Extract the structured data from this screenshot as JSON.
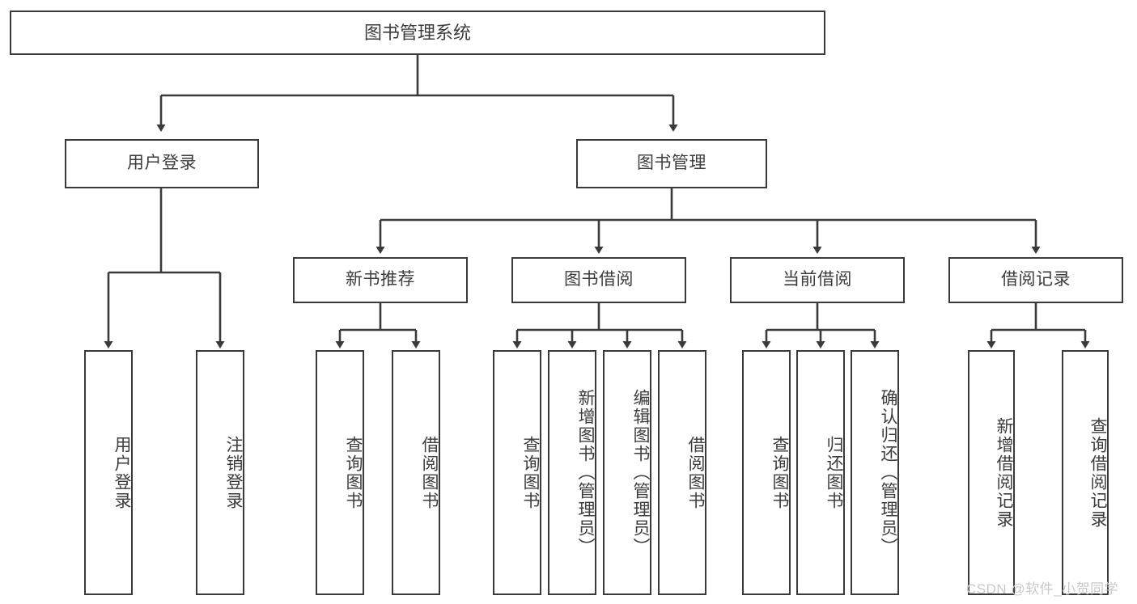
{
  "diagram": {
    "type": "tree-hierarchy-diagram",
    "title": "图书管理系统",
    "background_color": "#ffffff",
    "box_border_color": "#3a3a3a",
    "text_color": "#3c3c3c",
    "connector_color": "#3a3a3a"
  },
  "nodes": {
    "root": {
      "label": "图书管理系统",
      "level": 1
    },
    "level2": [
      {
        "id": "user-login",
        "label": "用户登录"
      },
      {
        "id": "book-management",
        "label": "图书管理"
      }
    ],
    "level3": [
      {
        "id": "new-book-recommend",
        "label": "新书推荐",
        "parent": "book-management"
      },
      {
        "id": "book-borrow",
        "label": "图书借阅",
        "parent": "book-management"
      },
      {
        "id": "current-borrow",
        "label": "当前借阅",
        "parent": "book-management"
      },
      {
        "id": "borrow-record",
        "label": "借阅记录",
        "parent": "book-management"
      }
    ],
    "leaves": {
      "user-login": [
        {
          "id": "leaf-user-login",
          "label": "用户登录"
        },
        {
          "id": "leaf-logout-login",
          "label": "注销登录"
        }
      ],
      "new-book-recommend": [
        {
          "id": "leaf-query-book-1",
          "label": "查询图书"
        },
        {
          "id": "leaf-borrow-book-1",
          "label": "借阅图书"
        }
      ],
      "book-borrow": [
        {
          "id": "leaf-query-book-2",
          "label": "查询图书"
        },
        {
          "id": "leaf-add-book",
          "label": "新增图书（管理员）"
        },
        {
          "id": "leaf-edit-book",
          "label": "编辑图书（管理员）"
        },
        {
          "id": "leaf-borrow-book-2",
          "label": "借阅图书"
        }
      ],
      "current-borrow": [
        {
          "id": "leaf-query-book-3",
          "label": "查询图书"
        },
        {
          "id": "leaf-return-book",
          "label": "归还图书"
        },
        {
          "id": "leaf-confirm-return",
          "label": "确认归还（管理员）"
        }
      ],
      "borrow-record": [
        {
          "id": "leaf-add-record",
          "label": "新增借阅记录"
        },
        {
          "id": "leaf-query-record",
          "label": "查询借阅记录"
        }
      ]
    }
  },
  "watermark": {
    "text": "CSDN @软件_小贺同学"
  }
}
